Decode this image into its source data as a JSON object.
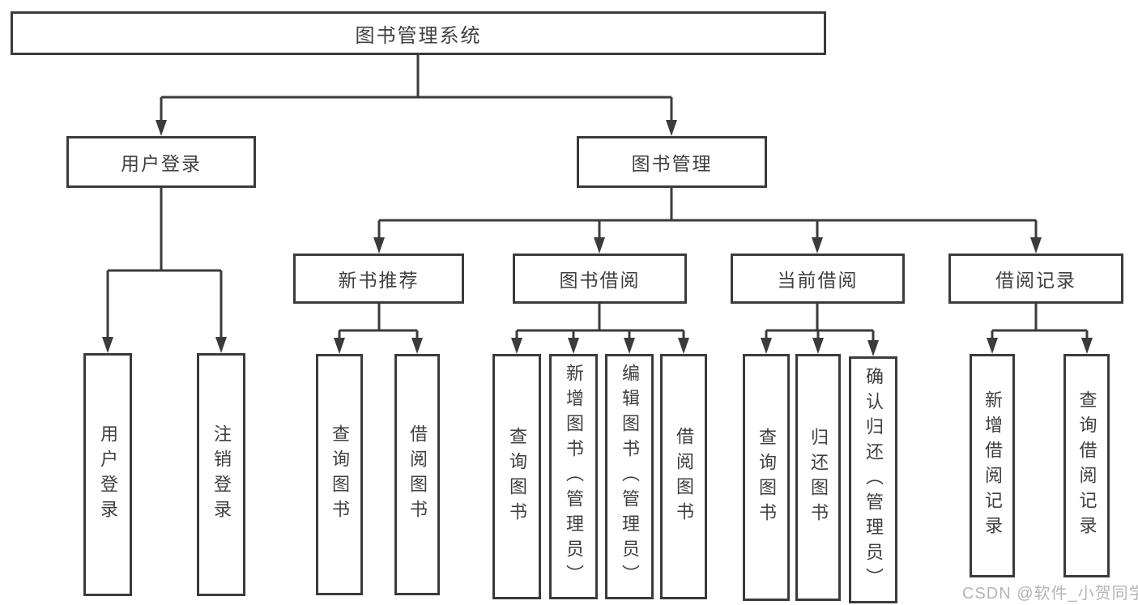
{
  "nodes": {
    "root": "图书管理系统",
    "login": "用户登录",
    "management": "图书管理",
    "new_books": "新书推荐",
    "book_borrow": "图书借阅",
    "current_borrow": "当前借阅",
    "borrow_records": "借阅记录",
    "leaf_user_login": "用户登录",
    "leaf_logout": "注销登录",
    "leaf_new_query": "查询图书",
    "leaf_new_borrow": "借阅图书",
    "leaf_bb_query": "查询图书",
    "leaf_bb_add": "新增图书（管理员）",
    "leaf_bb_edit": "编辑图书（管理员）",
    "leaf_bb_borrow": "借阅图书",
    "leaf_cb_query": "查询图书",
    "leaf_cb_return": "归还图书",
    "leaf_cb_confirm": "确认归还（管理员）",
    "leaf_br_add": "新增借阅记录",
    "leaf_br_query": "查询借阅记录"
  },
  "watermark": "CSDN @软件_小贺同学",
  "colors": {
    "line": "#3b3b3b",
    "text": "#3f3f3f",
    "watermark": "#b5b5b5",
    "background": "#ffffff"
  }
}
